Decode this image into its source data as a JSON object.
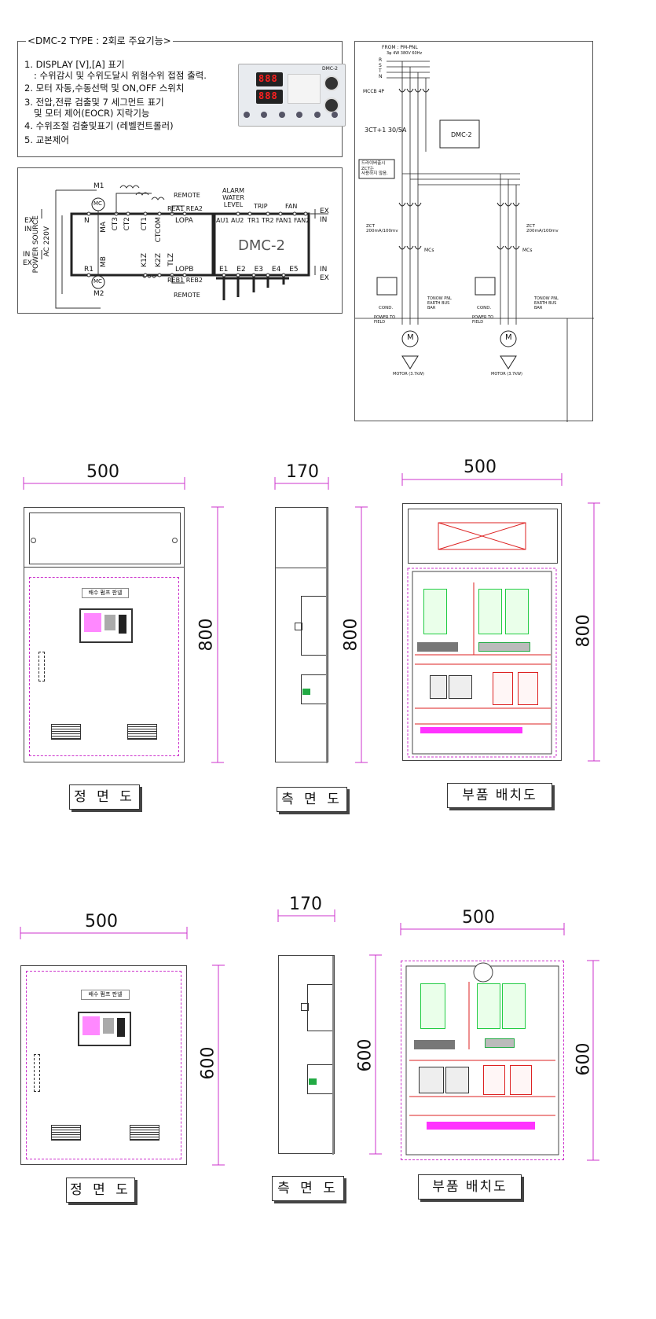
{
  "features": {
    "title": "<DMC-2 TYPE : 2회로 주요기능>",
    "items": [
      {
        "main": "1.  DISPLAY [V],[A] 표기",
        "sub": ": 수위감시 및 수위도달시 위험수위 접점 출력."
      },
      {
        "main": "2. 모터 자동,수동선택 및  ON,OFF 스위치",
        "sub": ""
      },
      {
        "main": "3. 전압,전류 검출및 7 세그먼트 표기",
        "sub": "및 모터 제어(EOCR) 지락기능"
      },
      {
        "main": "4. 수위조절 검출및표기 (레벨컨트롤러)",
        "sub": ""
      },
      {
        "main": "5. 교본제어",
        "sub": ""
      }
    ],
    "device_label": "DMC-2"
  },
  "wiring": {
    "left_labels": [
      "EX",
      "IN",
      "POWER",
      "SOURCE",
      "AC 220V",
      "IN",
      "EX"
    ],
    "m1": "M1",
    "m2": "M2",
    "mc": "MC",
    "terminals_top": [
      "N",
      "CT3",
      "CT2",
      "CT1",
      "CTCOM"
    ],
    "terminals_mid": [
      "MA",
      "MB"
    ],
    "r1": "R1",
    "terminals_bottom": [
      "K1Z",
      "K2Z",
      "TLZ"
    ],
    "remote_top": "REMOTE",
    "rea": [
      "REA1",
      "REA2"
    ],
    "lopa": "LOPA",
    "lopb": "LOPB",
    "reb": [
      "REB1",
      "REB2"
    ],
    "remote_bottom": "REMOTE",
    "alarm": [
      "ALARM",
      "WATER",
      "LEVEL"
    ],
    "trip": "TRIP",
    "fan": "FAN",
    "au": [
      "AU1",
      "AU2"
    ],
    "tr": [
      "TR1",
      "TR2"
    ],
    "fans": [
      "FAN1",
      "FAN2"
    ],
    "ex_in_right_top": [
      "EX",
      "IN"
    ],
    "dmc_box": "DMC-2",
    "electrodes": [
      "E1",
      "E2",
      "E3",
      "E4",
      "E5"
    ],
    "ex_in_right_bottom": [
      "IN",
      "EX"
    ]
  },
  "single_line": {
    "from": "FROM : PM-PNL",
    "spec": "3φ 4W 380V 60Hz",
    "phases": [
      "R",
      "S",
      "T",
      "N"
    ],
    "mccb": "MCCB 4P",
    "ct": "3CT+1 30/5A",
    "dmc": "DMC-2",
    "zct_note": [
      "드라이버출시",
      "ZCT는",
      "사용하지 않음."
    ],
    "zct_left": "ZCT 200mA/100mv",
    "zct_right": "ZCT 200mA/100mv",
    "mcs": "MCs",
    "tonow": "TONOW PNL EARTH BUS BAR",
    "cond": "COND.",
    "power_to": "POWER TO FIELD",
    "motor": "M",
    "motor_label": "MOTOR (3.7kW)"
  },
  "set800": {
    "front_width": "500",
    "front_height": "800",
    "side_width": "170",
    "side_height": "800",
    "layout_width": "500",
    "layout_height": "800",
    "plaque": "배수 펌프 판넬",
    "front_label": "정 면 도",
    "side_label": "측 면 도",
    "layout_label": "부품 배치도"
  },
  "set600": {
    "front_width": "500",
    "front_height": "600",
    "side_width": "170",
    "side_height": "600",
    "layout_width": "500",
    "layout_height": "600",
    "plaque": "배수 펌프 판넬",
    "front_label": "정 면 도",
    "side_label": "측 면 도",
    "layout_label": "부품 배치도"
  },
  "colors": {
    "dimension": "#cc33cc",
    "door_dash": "#cc33cc",
    "busbar": "#ff33ff",
    "breaker": "#22cc44",
    "rail": "#dd2222"
  }
}
